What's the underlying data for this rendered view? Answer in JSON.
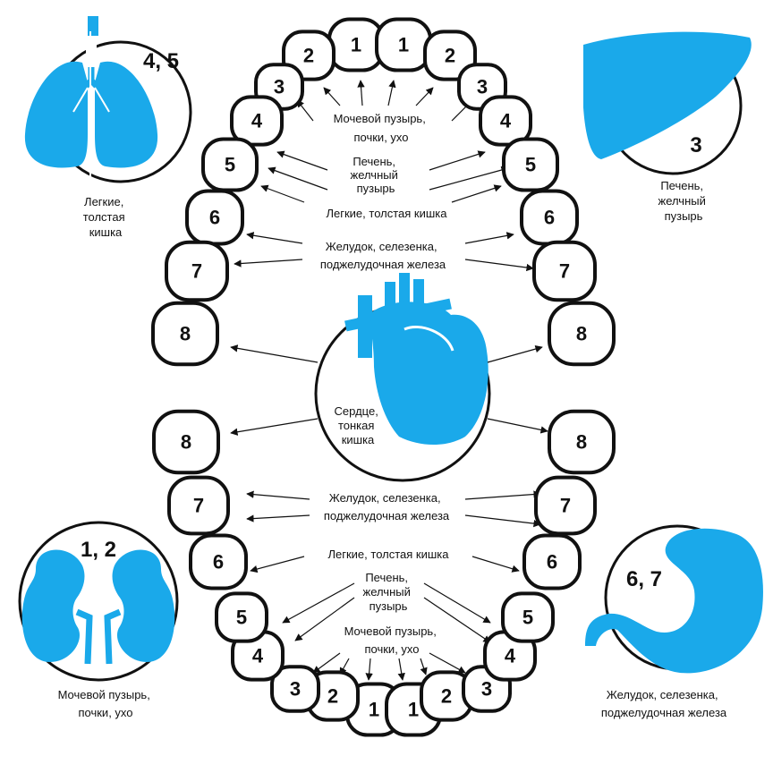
{
  "colors": {
    "organ": "#1aa9ea",
    "outline": "#111111"
  },
  "upper_teeth": {
    "left": [
      "1",
      "2",
      "3",
      "4",
      "5",
      "6",
      "7",
      "8"
    ],
    "right": [
      "1",
      "2",
      "3",
      "4",
      "5",
      "6",
      "7",
      "8"
    ]
  },
  "lower_teeth": {
    "left": [
      "1",
      "2",
      "3",
      "4",
      "5",
      "6",
      "7",
      "8"
    ],
    "right": [
      "1",
      "2",
      "3",
      "4",
      "5",
      "6",
      "7",
      "8"
    ]
  },
  "upper_labels": {
    "bladder": [
      "Мочевой пузырь,",
      "почки, ухо"
    ],
    "liver": [
      "Печень,",
      "желчный",
      "пузырь"
    ],
    "lungs": [
      "Легкие, толстая кишка"
    ],
    "stomach": [
      "Желудок, селезенка,",
      "поджелудочная железа"
    ]
  },
  "lower_labels": {
    "stomach": [
      "Желудок, селезенка,",
      "поджелудочная железа"
    ],
    "lungs": [
      "Легкие, толстая кишка"
    ],
    "liver": [
      "Печень,",
      "желчный",
      "пузырь"
    ],
    "bladder": [
      "Мочевой пузырь,",
      "почки, ухо"
    ]
  },
  "heart": {
    "icon": "heart-icon",
    "label": [
      "Сердце,",
      "тонкая",
      "кишка"
    ]
  },
  "organs": {
    "lungs": {
      "icon": "lungs-icon",
      "teeth": "4, 5",
      "label": [
        "Легкие,",
        "толстая",
        "кишка"
      ]
    },
    "liver": {
      "icon": "liver-icon",
      "teeth": "3",
      "label": [
        "Печень,",
        "желчный",
        "пузырь"
      ]
    },
    "kidneys": {
      "icon": "kidneys-icon",
      "teeth": "1, 2",
      "label": [
        "Мочевой пузырь,",
        "почки, ухо"
      ]
    },
    "stomach": {
      "icon": "stomach-icon",
      "teeth": "6, 7",
      "label": [
        "Желудок, селезенка,",
        "поджелудочная железа"
      ]
    }
  }
}
